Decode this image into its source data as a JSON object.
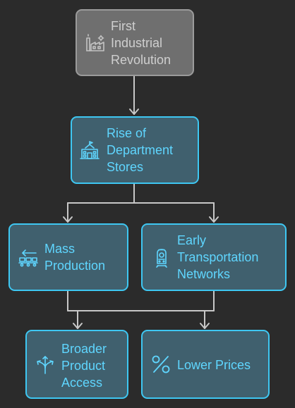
{
  "nodes": {
    "first_industrial_revolution": {
      "label": "First\nIndustrial\nRevolution",
      "icon": "factory-icon"
    },
    "rise_of_department_stores": {
      "label": "Rise of\nDepartment\nStores",
      "icon": "department-store-icon"
    },
    "mass_production": {
      "label": "Mass\nProduction",
      "icon": "conveyor-belt-icon"
    },
    "early_transportation_networks": {
      "label": "Early\nTransportation\nNetworks",
      "icon": "train-icon"
    },
    "broader_product_access": {
      "label": "Broader\nProduct\nAccess",
      "icon": "branching-arrows-icon"
    },
    "lower_prices": {
      "label": "Lower Prices",
      "icon": "percent-icon"
    }
  },
  "colors": {
    "background": "#2b2b2b",
    "gray_node_fill": "#6f6f6f",
    "gray_node_border": "#9b9b9b",
    "blue_node_fill": "#40606e",
    "blue_node_border": "#3ec7f2",
    "blue_text": "#5fd6ff",
    "connector": "#c8c8c8"
  }
}
